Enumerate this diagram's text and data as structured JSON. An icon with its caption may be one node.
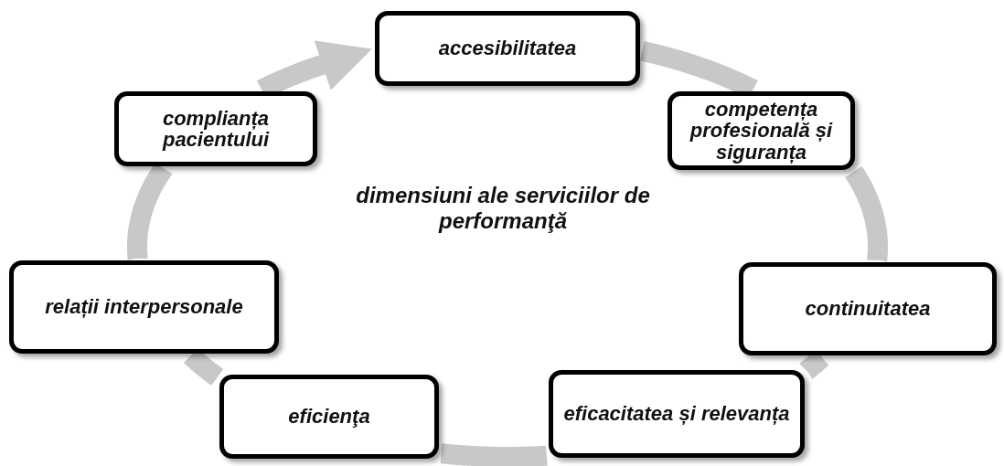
{
  "diagram": {
    "nodes": [
      {
        "text": [
          "accesibilitatea"
        ]
      },
      {
        "text": [
          "competența profesională și siguranța"
        ]
      },
      {
        "text": [
          "continuitatea"
        ]
      },
      {
        "text": [
          "eficacitatea și relevanța"
        ]
      },
      {
        "text": [
          "eficienţa"
        ]
      },
      {
        "text": [
          "relații interpersonale"
        ]
      },
      {
        "text": [
          "complianța pacientului"
        ]
      }
    ],
    "edges": [
      {
        "from": 0,
        "to": 1,
        "arrow": "none"
      },
      {
        "from": 1,
        "to": 2,
        "arrow": "none"
      },
      {
        "from": 2,
        "to": 3,
        "arrow": "none"
      },
      {
        "from": 3,
        "to": 4,
        "arrow": "none"
      },
      {
        "from": 4,
        "to": 5,
        "arrow": "none"
      },
      {
        "from": 5,
        "to": 6,
        "arrow": "none"
      },
      {
        "from": 6,
        "to": 0,
        "arrow": "to"
      }
    ],
    "labels": [
      "dimensiuni ale serviciilor de performanţă"
    ]
  }
}
